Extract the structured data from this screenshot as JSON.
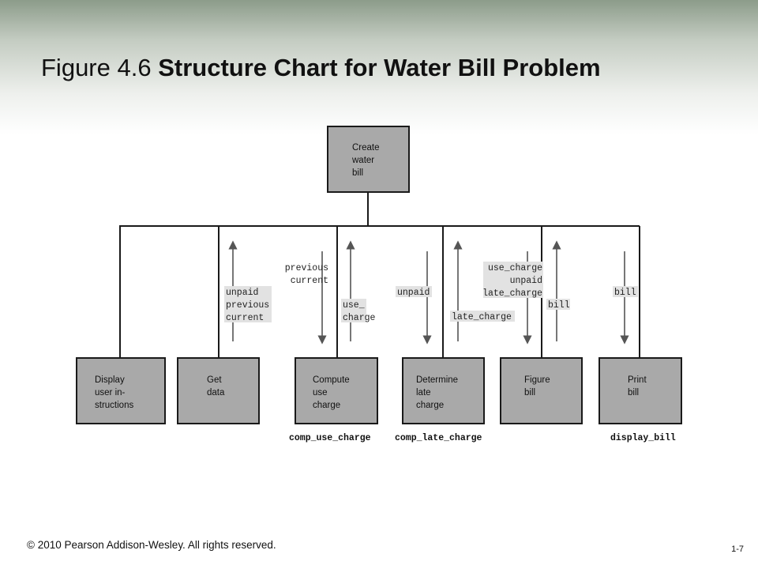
{
  "title": {
    "prefix": "Figure 4.6 ",
    "bold": "Structure Chart for Water Bill Problem"
  },
  "diagram": {
    "root": {
      "lines": [
        "Create",
        "water",
        "bill"
      ]
    },
    "modules": [
      {
        "id": "display",
        "lines": [
          "Display",
          "user in-",
          "structions"
        ],
        "function": ""
      },
      {
        "id": "getdata",
        "lines": [
          "Get",
          "data"
        ],
        "function": ""
      },
      {
        "id": "compute",
        "lines": [
          "Compute",
          "use",
          "charge"
        ],
        "function": "comp_use_charge"
      },
      {
        "id": "determine",
        "lines": [
          "Determine",
          "late",
          "charge"
        ],
        "function": "comp_late_charge"
      },
      {
        "id": "figure",
        "lines": [
          "Figure",
          "bill"
        ],
        "function": ""
      },
      {
        "id": "print",
        "lines": [
          "Print",
          "bill"
        ],
        "function": "display_bill"
      }
    ],
    "flows": [
      {
        "id": "getdata-out",
        "direction": "up",
        "lines": [
          "unpaid",
          "previous",
          "current"
        ]
      },
      {
        "id": "compute-in",
        "direction": "down",
        "lines": [
          "previous",
          "current"
        ]
      },
      {
        "id": "compute-out",
        "direction": "up",
        "lines": [
          "use_",
          "charge"
        ]
      },
      {
        "id": "determine-in",
        "direction": "down",
        "lines": [
          "unpaid"
        ]
      },
      {
        "id": "determine-out",
        "direction": "up",
        "lines": [
          "late_charge"
        ]
      },
      {
        "id": "figure-in",
        "direction": "down",
        "lines": [
          "use_charge",
          "unpaid",
          "late_charge"
        ]
      },
      {
        "id": "figure-out",
        "direction": "up",
        "lines": [
          "bill"
        ]
      },
      {
        "id": "print-in",
        "direction": "down",
        "lines": [
          "bill"
        ]
      }
    ]
  },
  "footer": {
    "copyright": "© 2010 Pearson Addison-Wesley. All rights reserved.",
    "page": "1-7"
  },
  "colors": {
    "box_fill": "#a9a9a9",
    "line": "#1a1a1a",
    "highlight": "#e2e2e2"
  }
}
